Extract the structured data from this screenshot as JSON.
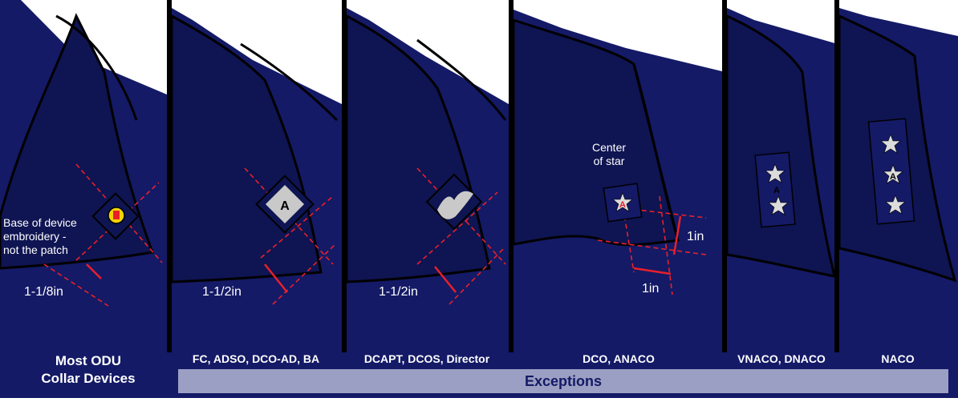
{
  "panels": [
    {
      "id": "most",
      "title_line1": "Most ODU",
      "title_line2": "Collar Devices"
    },
    {
      "id": "fc",
      "title": "FC, ADSO, DCO-AD, BA"
    },
    {
      "id": "dcapt",
      "title": "DCAPT, DCOS, Director"
    },
    {
      "id": "dco",
      "title": "DCO, ANACO"
    },
    {
      "id": "vnaco",
      "title": "VNACO, DNACO"
    },
    {
      "id": "naco",
      "title": "NACO"
    }
  ],
  "annotations": {
    "base_line1": "Base of device",
    "base_line2": "embroidery -",
    "base_line3": "not the patch",
    "dist_1": "1-1/8in",
    "dist_2": "1-1/2in",
    "dist_3": "1-1/2in",
    "center_line1": "Center",
    "center_line2": "of star",
    "dist_v": "1in",
    "dist_h": "1in"
  },
  "devices": {
    "fc_letter": "A",
    "dco_letter": "A",
    "vnaco_letter": "A",
    "naco_letter": "A"
  },
  "exceptions": "Exceptions",
  "colors": {
    "uniform": "#141a66",
    "uniform_dark": "#0f1452",
    "outline": "#000000",
    "guide": "#e8202a",
    "patch": "#0e1552",
    "device": "#c9c9c9",
    "bar": "#9b9fc3",
    "bar_text": "#141a66"
  }
}
